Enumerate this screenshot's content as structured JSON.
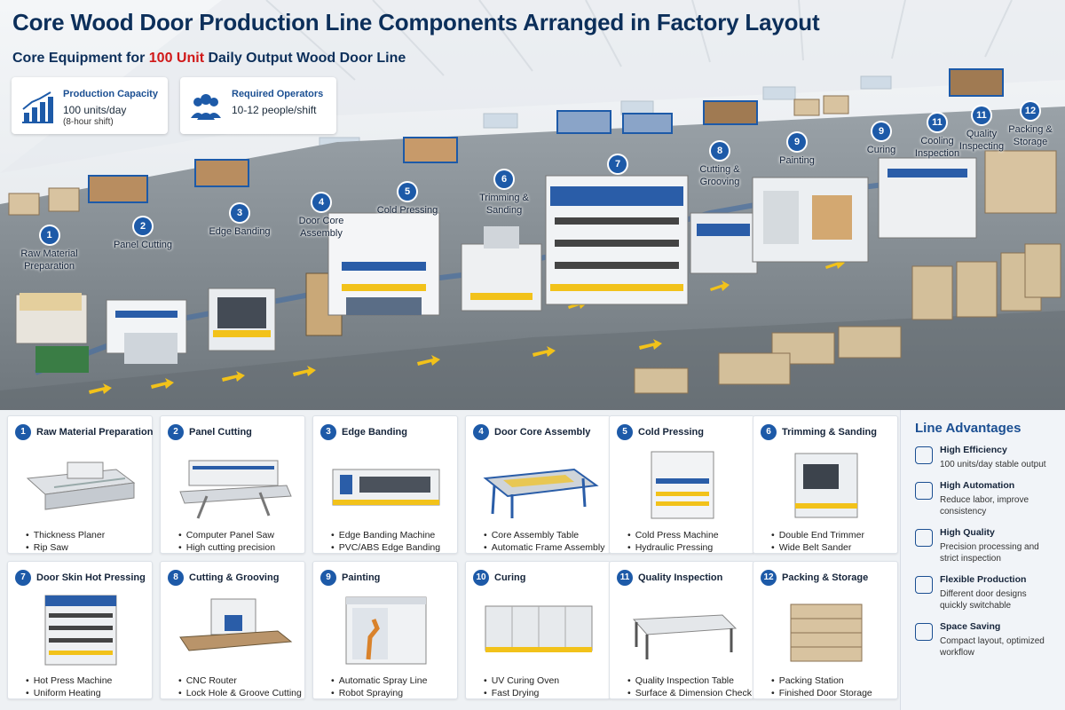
{
  "header": {
    "title": "Core Wood Door Production Line Components Arranged in Factory Layout",
    "subtitle_pre": "Core Equipment for ",
    "subtitle_highlight": "100 Unit",
    "subtitle_post": " Daily Output Wood Door Line"
  },
  "stats": [
    {
      "label": "Production Capacity",
      "value": "100 units/day",
      "note": "(8-hour shift)",
      "icon": "bar-chart-icon"
    },
    {
      "label": "Required Operators",
      "value": "10-12 people/shift",
      "note": "",
      "icon": "people-icon"
    }
  ],
  "layout_markers": [
    {
      "num": "1",
      "label": "Raw Material Preparation"
    },
    {
      "num": "2",
      "label": "Panel Cutting"
    },
    {
      "num": "3",
      "label": "Edge Banding"
    },
    {
      "num": "4",
      "label": "Door Core Assembly"
    },
    {
      "num": "5",
      "label": "Cold Pressing"
    },
    {
      "num": "6",
      "label": "Trimming & Sanding"
    },
    {
      "num": "7",
      "label": ""
    },
    {
      "num": "8",
      "label": "Cutting & Grooving"
    },
    {
      "num": "9",
      "label": "Painting"
    },
    {
      "num": "9",
      "label": "Curing"
    },
    {
      "num": "11",
      "label": "Cooling Inspection"
    },
    {
      "num": "11",
      "label": "Quality Inspecting"
    },
    {
      "num": "12",
      "label": "Packing & Storage"
    }
  ],
  "cards": [
    {
      "num": "1",
      "title": "Raw Material Preparation",
      "items": [
        "Thickness Planer",
        "Rip Saw"
      ],
      "icon": "planer-icon"
    },
    {
      "num": "2",
      "title": "Panel Cutting",
      "items": [
        "Computer Panel Saw",
        "High cutting precision"
      ],
      "icon": "panel-saw-icon"
    },
    {
      "num": "3",
      "title": "Edge Banding",
      "items": [
        "Edge Banding Machine",
        "PVC/ABS Edge Banding"
      ],
      "icon": "edge-bander-icon"
    },
    {
      "num": "4",
      "title": "Door Core Assembly",
      "items": [
        "Core Assembly Table",
        "Automatic Frame Assembly"
      ],
      "icon": "assembly-table-icon"
    },
    {
      "num": "5",
      "title": "Cold Pressing",
      "items": [
        "Cold Press Machine",
        "Hydraulic Pressing"
      ],
      "icon": "cold-press-icon"
    },
    {
      "num": "6",
      "title": "Trimming & Sanding",
      "items": [
        "Double End Trimmer",
        "Wide Belt Sander"
      ],
      "icon": "sander-icon"
    },
    {
      "num": "7",
      "title": "Door Skin Hot Pressing",
      "items": [
        "Hot Press Machine",
        "Uniform Heating"
      ],
      "icon": "hot-press-icon"
    },
    {
      "num": "8",
      "title": "Cutting & Grooving",
      "items": [
        "CNC Router",
        "Lock Hole & Groove Cutting"
      ],
      "icon": "cnc-router-icon"
    },
    {
      "num": "9",
      "title": "Painting",
      "items": [
        "Automatic Spray Line",
        "Robot Spraying"
      ],
      "icon": "spray-booth-icon"
    },
    {
      "num": "10",
      "title": "Curing",
      "items": [
        "UV Curing Oven",
        "Fast Drying"
      ],
      "icon": "curing-oven-icon"
    },
    {
      "num": "11",
      "title": "Quality Inspection",
      "items": [
        "Quality Inspection Table",
        "Surface & Dimension Check"
      ],
      "icon": "inspection-table-icon"
    },
    {
      "num": "12",
      "title": "Packing & Storage",
      "items": [
        "Packing Station",
        "Finished Door Storage"
      ],
      "icon": "packing-station-icon"
    }
  ],
  "advantages": {
    "title": "Line Advantages",
    "items": [
      {
        "title": "High Efficiency",
        "desc": "100 units/day stable output",
        "icon": "efficiency-icon"
      },
      {
        "title": "High Automation",
        "desc": "Reduce labor, improve consistency",
        "icon": "automation-icon"
      },
      {
        "title": "High Quality",
        "desc": "Precision processing and strict inspection",
        "icon": "quality-shield-icon"
      },
      {
        "title": "Flexible Production",
        "desc": "Different door designs quickly switchable",
        "icon": "flexible-icon"
      },
      {
        "title": "Space Saving",
        "desc": "Compact layout, optimized workflow",
        "icon": "space-saving-icon"
      }
    ]
  },
  "colors": {
    "accent": "#1d5aa8",
    "title": "#0c2f5a",
    "highlight": "#d01818",
    "machine_blue": "#2a5da8",
    "safety_yellow": "#f2c21a"
  }
}
